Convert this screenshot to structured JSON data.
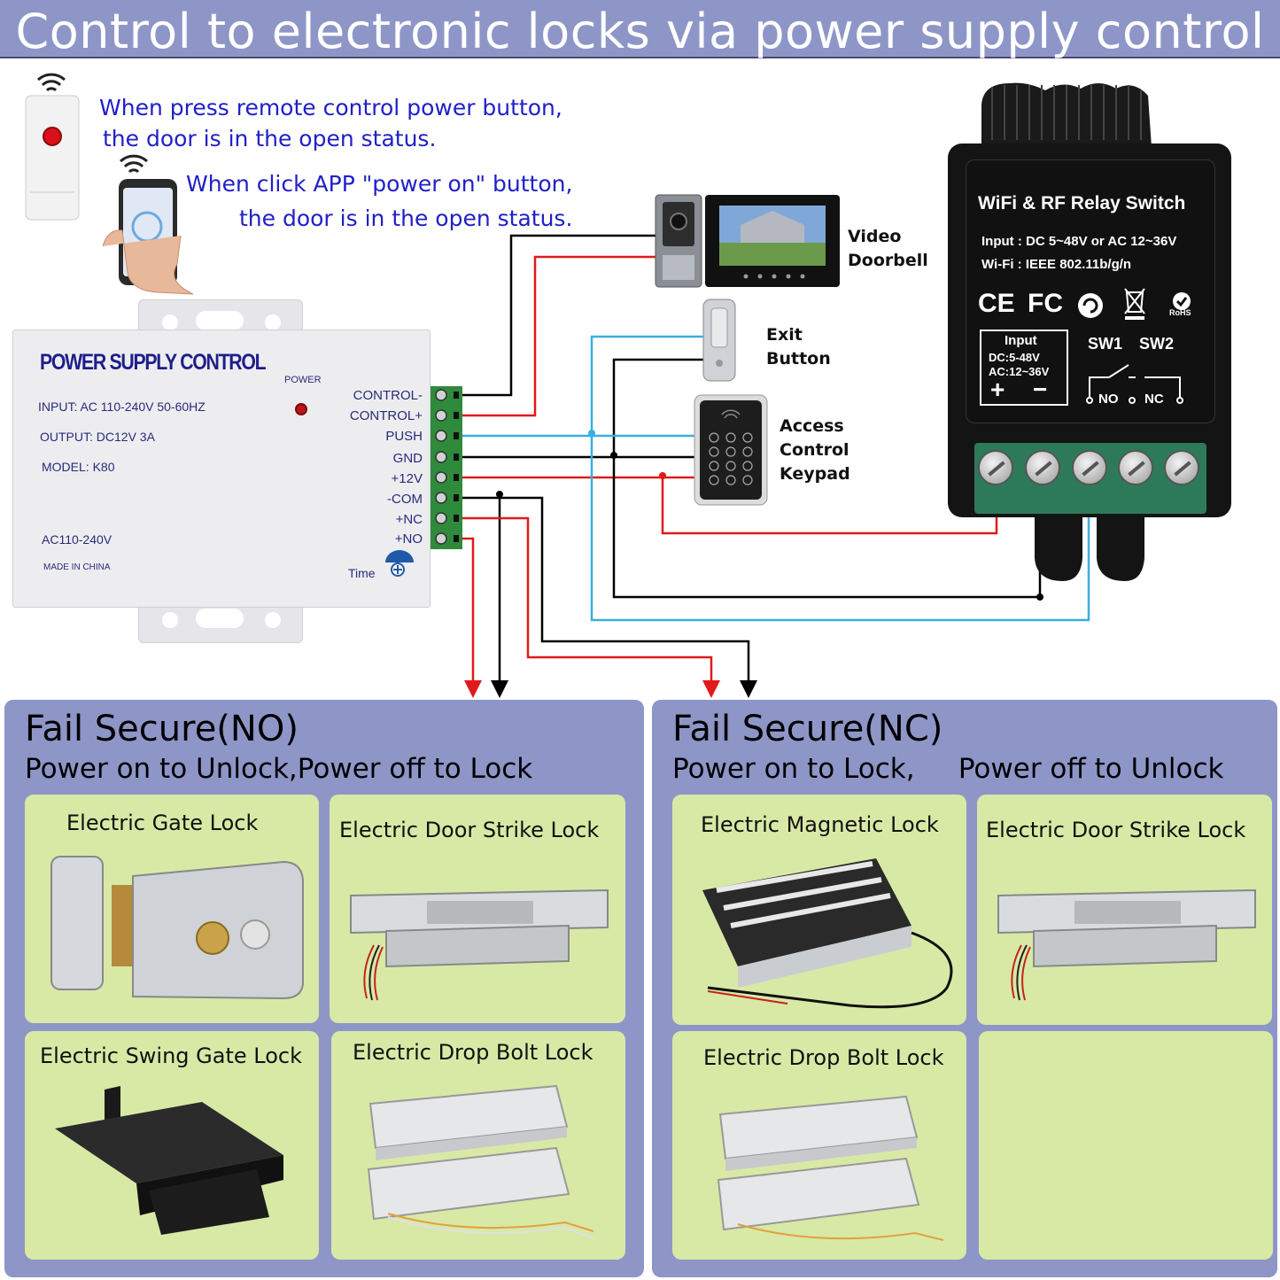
{
  "header": {
    "title": "Control to electronic locks via power supply control"
  },
  "notes": {
    "remote_line1": "When press remote control power button,",
    "remote_line2": "the door is in the open status.",
    "app_line1": "When click APP \"power on\" button,",
    "app_line2": "the door is in the open status."
  },
  "devices": {
    "video_doorbell": "Video\nDoorbell",
    "exit_button": "Exit\nButton",
    "access_keypad": "Access\nControl\nKeypad"
  },
  "power_supply": {
    "title": "POWER SUPPLY CONTROL",
    "power_label": "POWER",
    "input": "INPUT: AC 110-240V 50-60HZ",
    "output": "OUTPUT: DC12V 3A",
    "model": "MODEL: K80",
    "ac": "AC110-240V",
    "made_in": "MADE IN CHINA",
    "time": "Time",
    "terminals": [
      "CONTROL-",
      "CONTROL+",
      "PUSH",
      "GND",
      "+12V",
      "-COM",
      "+NC",
      "+NO"
    ]
  },
  "relay": {
    "title": "WiFi & RF Relay Switch",
    "input": "Input : DC 5~48V or AC 12~36V",
    "wifi": "Wi-Fi : IEEE 802.11b/g/n",
    "cert_ce": "CE",
    "cert_fc": "FC",
    "cert_rohs": "RoHS",
    "box_title": "Input",
    "box_dc": "DC:5-48V",
    "box_ac": "AC:12~36V",
    "plus": "+",
    "minus": "−",
    "sw1": "SW1",
    "sw2": "SW2",
    "no": "NO",
    "nc": "NC"
  },
  "colors": {
    "header_bg": "#8e96c8",
    "panel_bg": "#8e96c8",
    "card_bg": "#d8e9a6",
    "note_text": "#2020c8",
    "wire_red": "#e01a1a",
    "wire_blue": "#3aaee0",
    "wire_black": "#000000"
  },
  "fail_secure_no": {
    "title": "Fail Secure(NO)",
    "subtitle": "Power on to Unlock,Power off to Lock",
    "cards": [
      "Electric Gate Lock",
      "Electric Door Strike Lock",
      "Electric Swing Gate Lock",
      "Electric Drop Bolt Lock"
    ]
  },
  "fail_secure_nc": {
    "title": "Fail Secure(NC)",
    "subtitle": "Power on to Lock,     Power off to Unlock",
    "cards": [
      "Electric Magnetic Lock",
      "Electric Door Strike Lock",
      "Electric Drop Bolt Lock"
    ]
  }
}
